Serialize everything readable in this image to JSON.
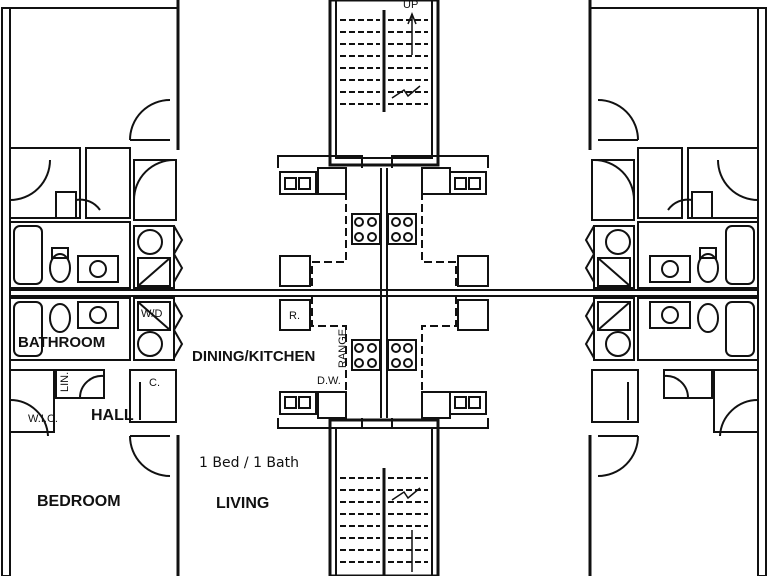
{
  "plan": {
    "caption": "1 Bed / 1 Bath",
    "rooms": {
      "bathroom": "BATHROOM",
      "dining_kitchen": "DINING/KITCHEN",
      "hall": "HALL",
      "bedroom": "BEDROOM",
      "living": "LIVING",
      "wic": "W.I.C.",
      "linen": "LIN.",
      "closet": "C."
    },
    "fixtures": {
      "washer_dryer": "W/D",
      "refrigerator": "R.",
      "range": "RANGE",
      "dishwasher": "D.W.",
      "stairs_up": "UP"
    }
  }
}
